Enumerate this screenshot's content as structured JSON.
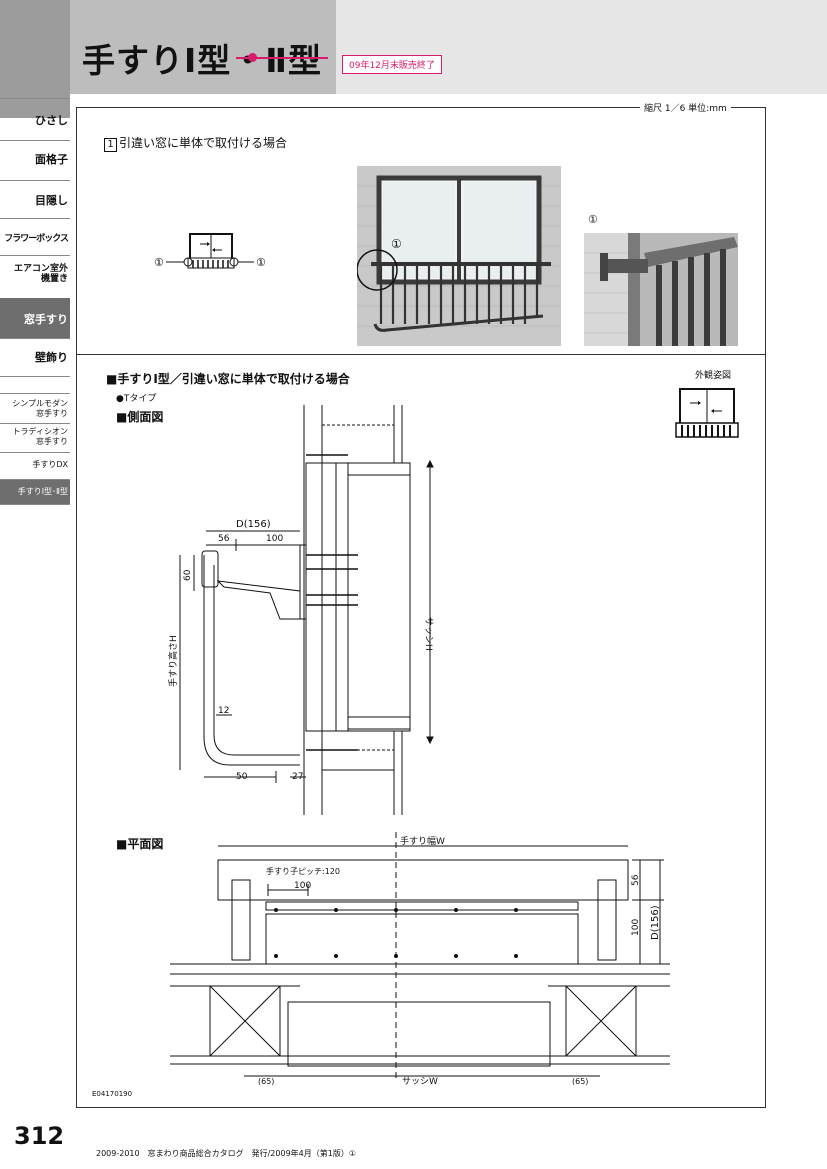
{
  "header": {
    "title": "手すりⅠ型・Ⅱ型",
    "badge": "09年12月末販売終了"
  },
  "sidebar": {
    "items": [
      "ひさし",
      "面格子",
      "目隠し",
      "フラワーボックス",
      "エアコン室外機置き",
      "窓手すり",
      "壁飾り"
    ],
    "sub_items": [
      "シンプルモダン窓手すり",
      "トラディシオン窓手すり",
      "手すりDX",
      "手すりⅠ型･Ⅱ型"
    ]
  },
  "scale": "縮尺 1／6 単位:mm",
  "section1": {
    "num": "1",
    "title": "引違い窓に単体で取付ける場合"
  },
  "photo_labels": {
    "circle1": "①"
  },
  "section2": {
    "title": "■手すりⅠ型／引違い窓に単体で取付ける場合",
    "type": "●Tタイプ",
    "side_view": "■側面図",
    "plan_view": "■平面図",
    "appearance": "外観姿図"
  },
  "dimensions": {
    "d156": "D(156)",
    "d56": "56",
    "d100": "100",
    "d60": "60",
    "handrail_height": "手すり高さH",
    "sash_h": "サッシH",
    "d12": "12",
    "d50": "50",
    "d27": "27",
    "handrail_w": "手すり幅W",
    "pitch": "手すり子ピッチ:120",
    "plan100": "100",
    "plan56": "56",
    "plan_d": "D(156)",
    "plan_100v": "100",
    "sash_w": "サッシW",
    "d65": "(65)"
  },
  "code": "E04170190",
  "page_number": "312",
  "footer": "2009-2010　窓まわり商品総合カタログ　発行/2009年4月（第1版）①"
}
